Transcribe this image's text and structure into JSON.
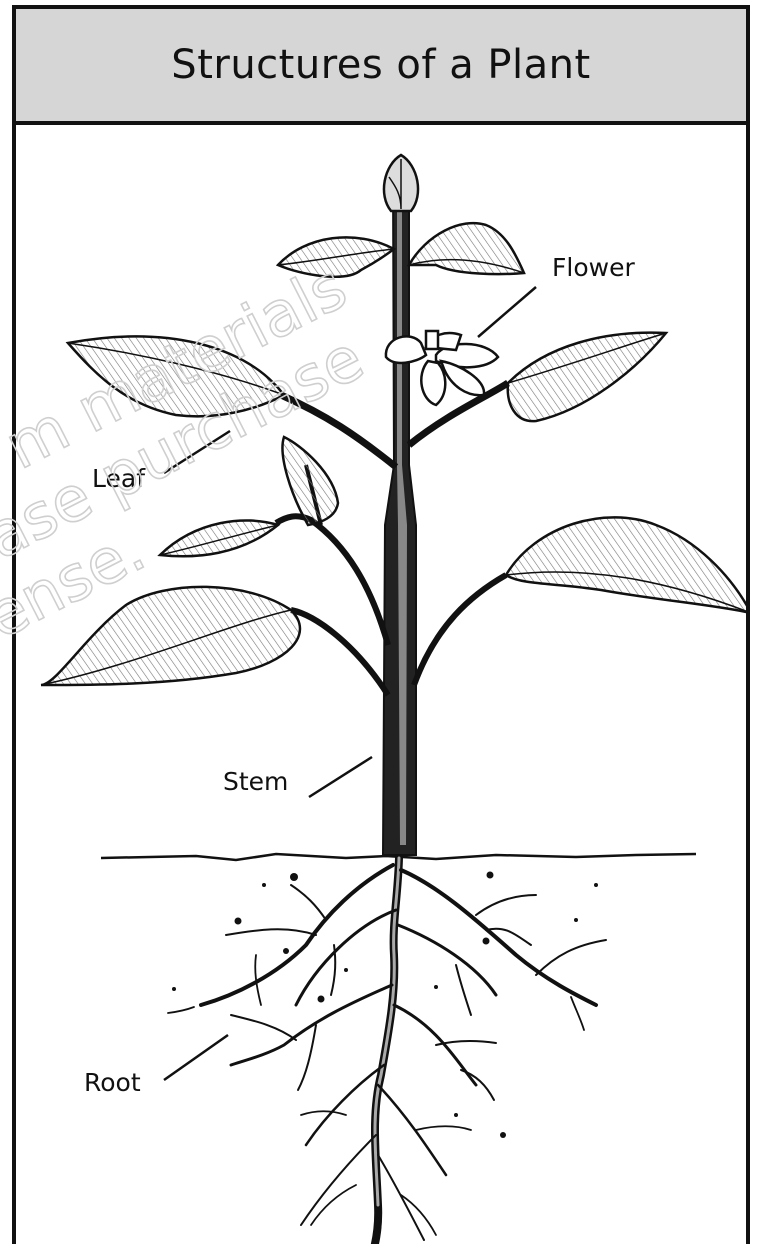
{
  "title": "Structures of a Plant",
  "labels": {
    "flower": "Flower",
    "leaf": "Leaf",
    "stem": "Stem",
    "root": "Root"
  },
  "watermark": [
    "m materials",
    "ase purchase",
    "ense."
  ],
  "colors": {
    "header_bg": "#d6d6d6",
    "ink": "#111111",
    "background": "#ffffff"
  }
}
